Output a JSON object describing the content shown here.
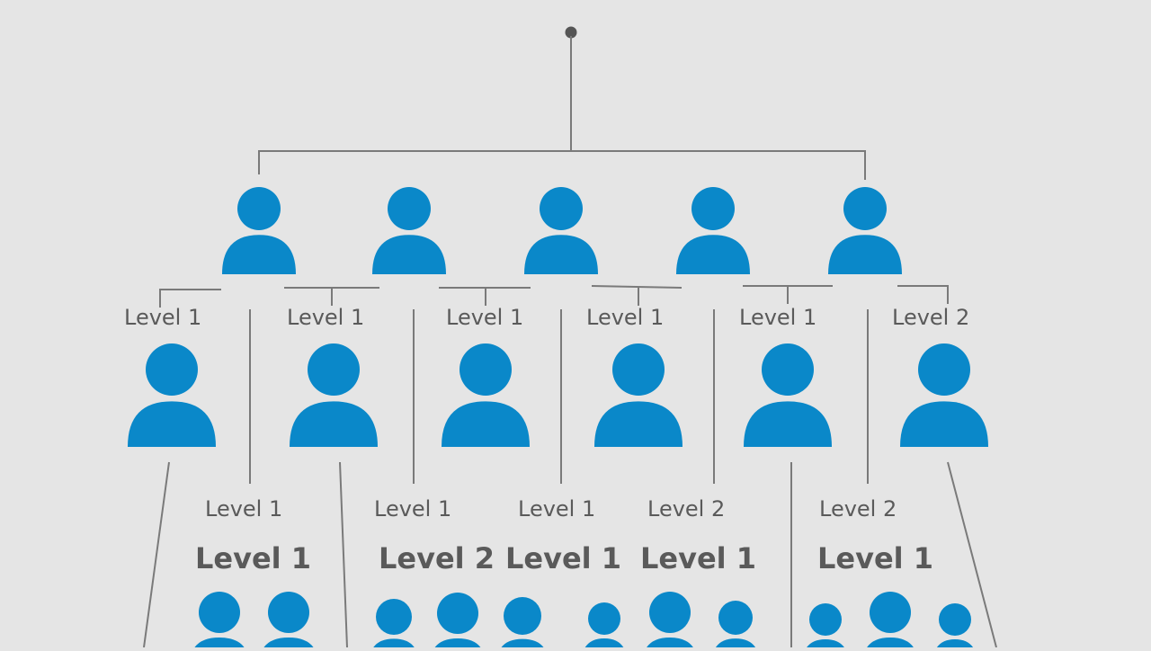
{
  "colors": {
    "background": "#e5e5e5",
    "person": "#0a88c9",
    "line": "#7a7a7a",
    "root_dot": "#555555",
    "label": "#5a5a5a"
  },
  "icon": "person-icon",
  "labels": {
    "row1": [
      "Level 1",
      "Level 1",
      "Level 1",
      "Level 1",
      "Level 1",
      "Level 2"
    ],
    "row2": [
      "Level 1",
      "Level 1",
      "Level 1",
      "Level 2",
      "Level 2"
    ],
    "row3": [
      "Level 1",
      "Level 2",
      "Level 1",
      "Level 1",
      "Level 1"
    ]
  }
}
